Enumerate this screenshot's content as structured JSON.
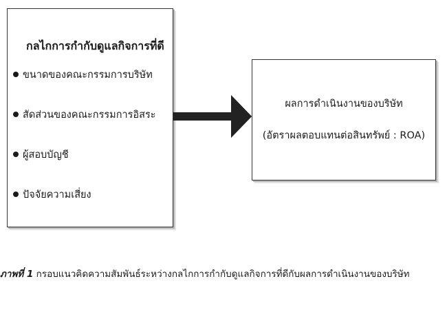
{
  "left_box": {
    "title": "กลไกการกำกับดูแลกิจการที่ดี",
    "items": [
      "ขนาดของคณะกรรมการบริษัท",
      "สัดส่วนของคณะกรรมการอิสระ",
      "ผู้สอบบัญชี",
      "ปัจจัยความเสี่ยง"
    ]
  },
  "right_box": {
    "line1": "ผลการดำเนินงานของบริษัท",
    "line2": "(อัตราผลตอบแทนต่อสินทรัพย์  :  ROA)"
  },
  "arrow": {
    "direction": "right",
    "color": "#222222"
  },
  "caption": {
    "label": "ภาพที่ 1",
    "text": "กรอบแนวคิดความสัมพันธ์ระหว่างกลไกการกำกับดูแลกิจการที่ดีกับผลการดำเนินงานของบริษัท"
  }
}
